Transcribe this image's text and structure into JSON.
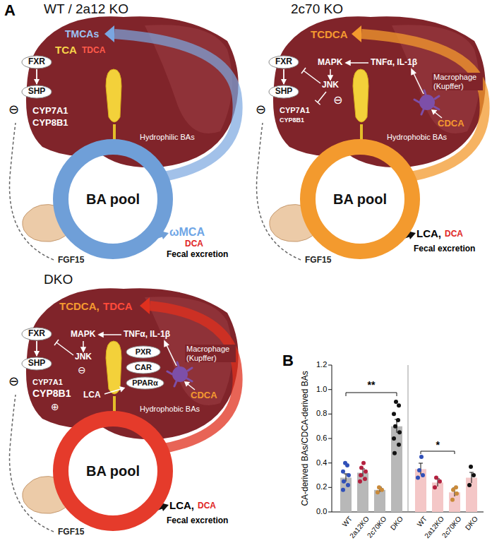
{
  "diagram": {
    "nodes": [
      {
        "text": [
          "FXR"
        ]
      },
      {
        "text": [
          "SHP"
        ]
      },
      {
        "text": [
          "BA pool"
        ]
      },
      {
        "text": [
          "FXR"
        ]
      },
      {
        "text": [
          "SHP"
        ]
      },
      {
        "text": [
          "BA pool"
        ]
      },
      {
        "text": [
          "FXR"
        ]
      },
      {
        "text": [
          "SHP"
        ]
      },
      {
        "text": [
          "PXR"
        ]
      },
      {
        "text": [
          "CAR"
        ]
      },
      {
        "text": [
          "PPARα"
        ]
      },
      {
        "text": [
          "BA pool"
        ]
      }
    ],
    "edges": [
      {
        "from": 0,
        "to": 1,
        "arrow": "to"
      },
      {
        "from": 3,
        "to": 4,
        "arrow": "to"
      },
      {
        "from": 6,
        "to": 7,
        "arrow": "to"
      }
    ],
    "labels": [
      "A",
      "WT / 2a12 KO",
      "TMCAs",
      "TCA",
      "TDCA",
      "⊖",
      "CYP7A1",
      "CYP8B1",
      "Hydrophilic BAs",
      "ωMCA",
      "DCA",
      "Fecal excretion",
      "FGF15",
      "2c70 KO",
      "TCDCA",
      "MAPK",
      "TNFα, IL-1β",
      "JNK",
      "⊖",
      "⊖",
      "CYP7A1",
      "CYP8B1",
      "Macrophage (Kupffer)",
      "CDCA",
      "Hydrophobic BAs",
      "FGF15",
      "LCA,",
      "DCA",
      "Fecal excretion",
      "DKO",
      "TCDCA,",
      "TDCA",
      "MAPK",
      "TNFα, IL-1β",
      "JNK",
      "⊖",
      "⊖",
      "⊕",
      "CYP7A1",
      "CYP8B1",
      "LCA",
      "Macrophage (Kupffer)",
      "CDCA",
      "Hydrophobic BAs",
      "FGF15",
      "LCA,",
      "DCA",
      "Fecal excretion",
      "B",
      "CA-derived BAs/CDCA-derived BAs",
      "0.0",
      "0.2",
      "0.4",
      "0.6",
      "0.8",
      "1.0",
      "1.2",
      "WT",
      "2a12KO",
      "2c70KO",
      "DKO",
      "WT",
      "2a12KO",
      "2c70KO",
      "DKO",
      "**",
      "*"
    ]
  }
}
